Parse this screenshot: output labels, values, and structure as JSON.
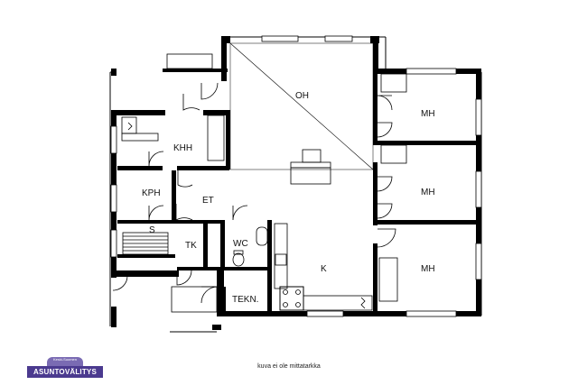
{
  "rooms": {
    "oh": "OH",
    "khh": "KHH",
    "kph": "KPH",
    "s": "S",
    "et": "ET",
    "tk": "TK",
    "wc": "WC",
    "k": "K",
    "tekn": "TEKN.",
    "mh1": "MH",
    "mh2": "MH",
    "mh3": "MH"
  },
  "caption": "kuva ei ole mittatarkka",
  "logo": {
    "small": "Keski-Suomen",
    "main": "ASUNTOVÄLITYS"
  },
  "colors": {
    "walls": "#000000",
    "logo": "#4b3a8f"
  }
}
